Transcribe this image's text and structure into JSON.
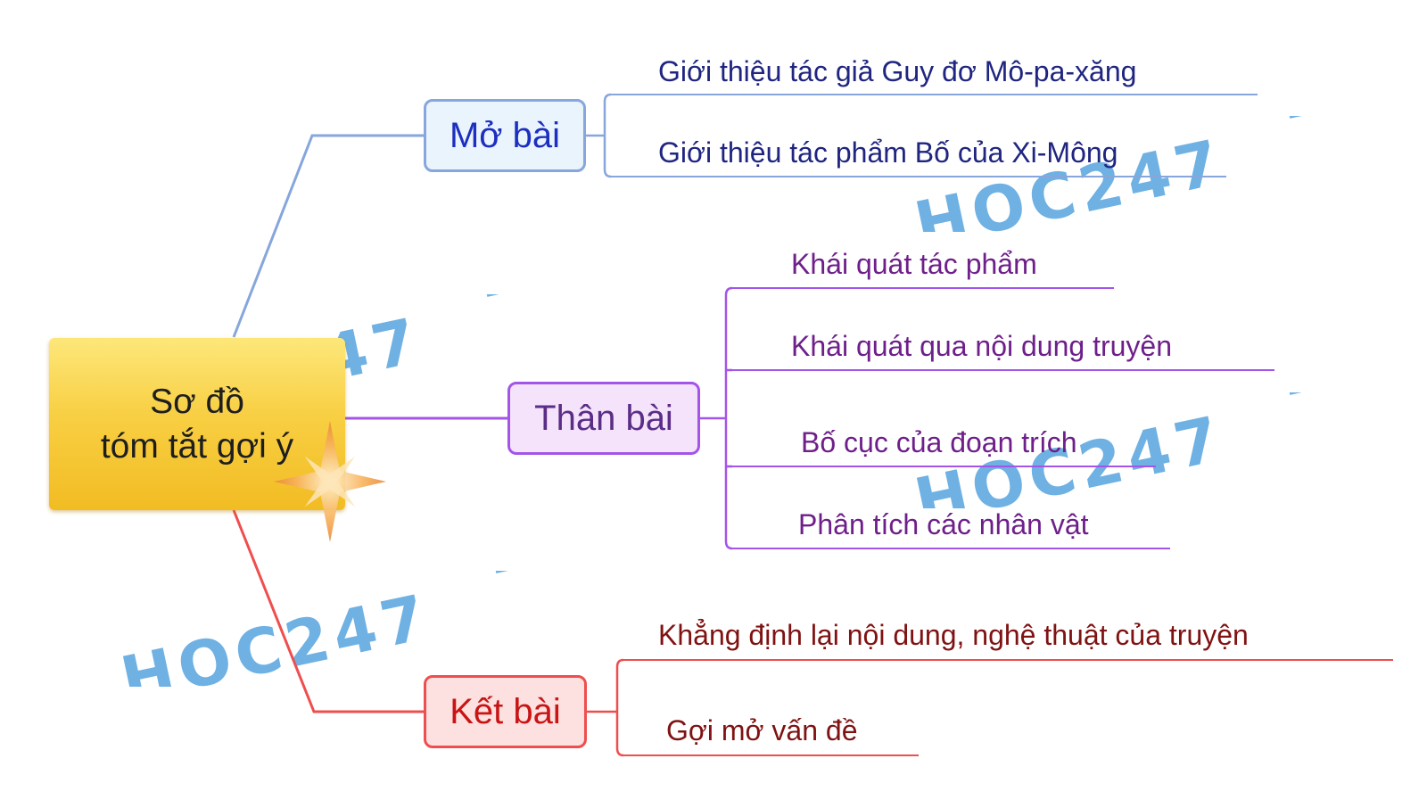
{
  "central": {
    "line1": "Sơ đồ",
    "line2": "tóm tắt gợi ý"
  },
  "branches": [
    {
      "label": "Mở bài",
      "color": "#86a6dc",
      "leaves": [
        "Giới thiệu tác giả Guy đơ Mô-pa-xăng",
        "Giới thiệu tác phẩm Bố của Xi-Mông"
      ]
    },
    {
      "label": "Thân bài",
      "color": "#a454e8",
      "leaves": [
        "Khái quát tác phẩm",
        "Khái quát qua nội dung truyện",
        "Bố cục của đoạn trích",
        "Phân tích các nhân vật"
      ]
    },
    {
      "label": "Kết bài",
      "color": "#ef4e4e",
      "leaves": [
        "Khẳng định lại nội dung, nghệ thuật của truyện",
        "Gợi mở vấn đề"
      ]
    }
  ],
  "watermark": "HOC247"
}
